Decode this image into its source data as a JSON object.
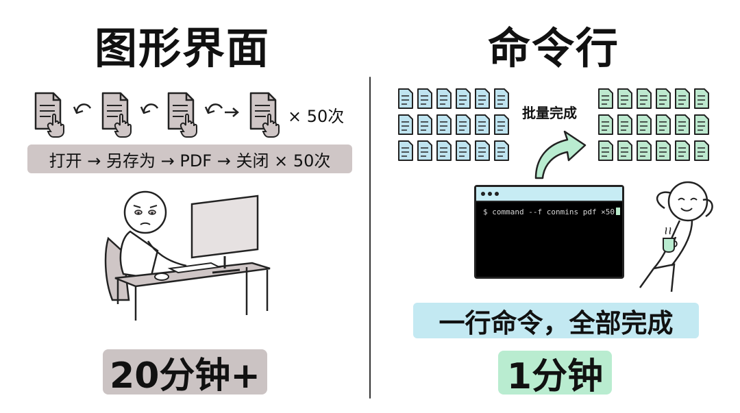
{
  "left": {
    "title": "图形界面",
    "times_label": "× 50次",
    "steps_label": "打开 → 另存为 → PDF → 关闭 × 50次",
    "time": "20分钟+",
    "colors": {
      "badge": "#cbc3c3",
      "doc": "#cfc6c6"
    }
  },
  "right": {
    "title": "命令行",
    "batch_label": "批量完成",
    "command": "$ command --f conmins pdf ×50",
    "summary": "一行命令，全部完成",
    "time": "1分钟",
    "colors": {
      "input_docs": "#bfe4f0",
      "output_docs": "#bde9cf",
      "summary": "#c3e9f2",
      "badge": "#b9ecd0"
    }
  }
}
